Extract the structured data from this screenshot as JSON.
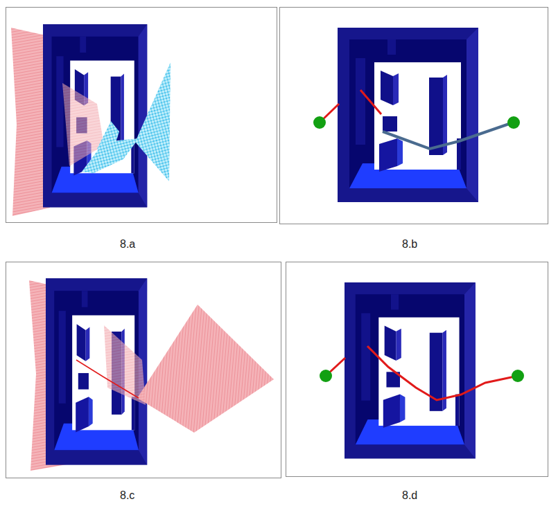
{
  "diagram": {
    "labels": [
      "8.a",
      "8.b",
      "8.c",
      "8.d"
    ]
  }
}
